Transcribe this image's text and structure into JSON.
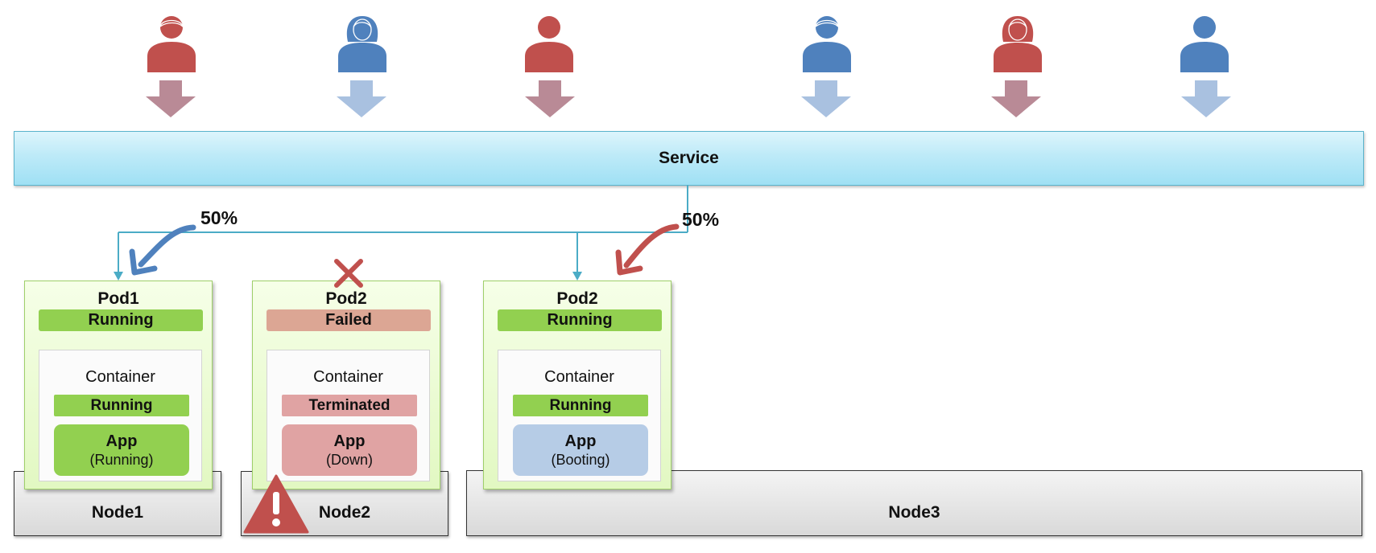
{
  "users": [
    {
      "icon": "male-user-icon",
      "color": "#c0504d",
      "arrow_color": "#b98a96"
    },
    {
      "icon": "female-user-icon",
      "color": "#4f81bd",
      "arrow_color": "#a9c1e0"
    },
    {
      "icon": "user-icon",
      "color": "#c0504d",
      "arrow_color": "#b98a96"
    },
    {
      "icon": "male-user-icon",
      "color": "#4f81bd",
      "arrow_color": "#a9c1e0"
    },
    {
      "icon": "female-user-icon",
      "color": "#c0504d",
      "arrow_color": "#b98a96"
    },
    {
      "icon": "user-icon",
      "color": "#4f81bd",
      "arrow_color": "#a9c1e0"
    }
  ],
  "service": {
    "label": "Service"
  },
  "routing": {
    "left_percent": "50%",
    "right_percent": "50%",
    "left_arrow_color": "#4f81bd",
    "right_arrow_color": "#c0504d",
    "line_color": "#4bacc6"
  },
  "nodes": [
    {
      "label": "Node1"
    },
    {
      "label": "Node2",
      "warning_icon": "warning-icon"
    },
    {
      "label": "Node3"
    }
  ],
  "pods": [
    {
      "title": "Pod1",
      "status": "Running",
      "container": {
        "label": "Container",
        "status": "Running",
        "app": {
          "name": "App",
          "state": "(Running)"
        }
      }
    },
    {
      "title": "Pod2",
      "status": "Failed",
      "failed_icon": "x-mark-icon",
      "container": {
        "label": "Container",
        "status": "Terminated",
        "app": {
          "name": "App",
          "state": "(Down)"
        }
      }
    },
    {
      "title": "Pod2",
      "status": "Running",
      "container": {
        "label": "Container",
        "status": "Running",
        "app": {
          "name": "App",
          "state": "(Booting)"
        }
      }
    }
  ]
}
